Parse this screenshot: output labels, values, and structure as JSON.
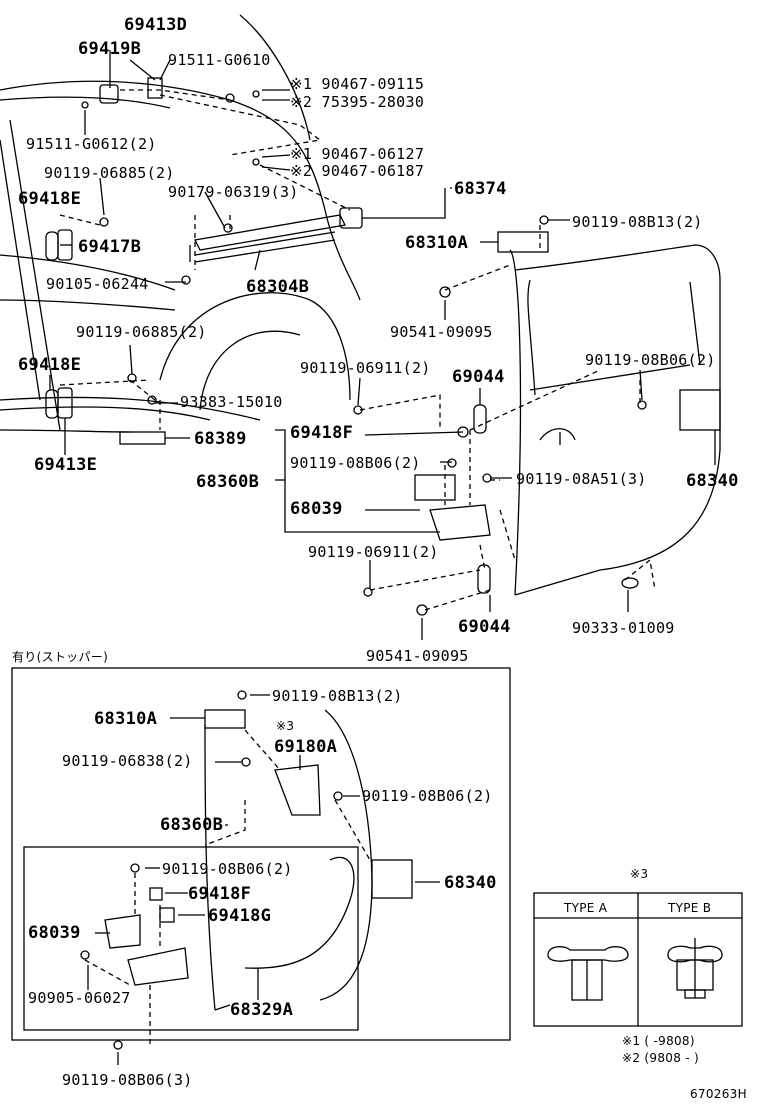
{
  "labels": {
    "p69413D": "69413D",
    "p69419B": "69419B",
    "p91511_0610": "91511-G0610",
    "n1_9046709115": "※1 90467-09115",
    "n2_7539528030": "※2 75395-28030",
    "p91511_0612": "91511-G0612(2)",
    "n1_9046706127": "※1 90467-06127",
    "n2_9046706187": "※2 90467-06187",
    "p90119_06885a": "90119-06885(2)",
    "p90179_06319": "90179-06319(3)",
    "p68374": "68374",
    "p69418E_a": "69418E",
    "p69417B": "69417B",
    "p90119_08B13a": "90119-08B13(2)",
    "p68310A_a": "68310A",
    "p90105_06244": "90105-06244",
    "p68304B": "68304B",
    "p90541_09095a": "90541-09095",
    "p90119_06885b": "90119-06885(2)",
    "p90119_06911a": "90119-06911(2)",
    "p69044a": "69044",
    "p90119_08B06a": "90119-08B06(2)",
    "p69418E_b": "69418E",
    "p93383_15010": "93383-15010",
    "p69418F_a": "69418F",
    "p68389": "68389",
    "p69413E": "69413E",
    "p90119_08B06b": "90119-08B06(2)",
    "p68360B_a": "68360B",
    "p90119_08A51": "90119-08A51(3)",
    "p68340_a": "68340",
    "p68039_a": "68039",
    "p90119_06911b": "90119-06911(2)",
    "p69044b": "69044",
    "p90333_01009": "90333-01009",
    "p90541_09095b": "90541-09095",
    "stopper": "有り(ストッパー)",
    "p90119_08B13b": "90119-08B13(2)",
    "p68310A_b": "68310A",
    "note3": "※3",
    "p90119_06838": "90119-06838(2)",
    "p69180A": "69180A",
    "p90119_08B06c": "90119-08B06(2)",
    "p68360B_b": "68360B",
    "p90119_08B06d": "90119-08B06(2)",
    "p68340_b": "68340",
    "p69418F_b": "69418F",
    "p69418G": "69418G",
    "p68039_b": "68039",
    "p90905_06027": "90905-06027",
    "p68329A": "68329A",
    "p90119_08B06e": "90119-08B06(3)",
    "legend3": "※3",
    "typeA": "TYPE A",
    "typeB": "TYPE B",
    "footnote1": "※1 (      -9808)",
    "footnote2": "※2 (9808 -      )",
    "code": "670263H"
  }
}
